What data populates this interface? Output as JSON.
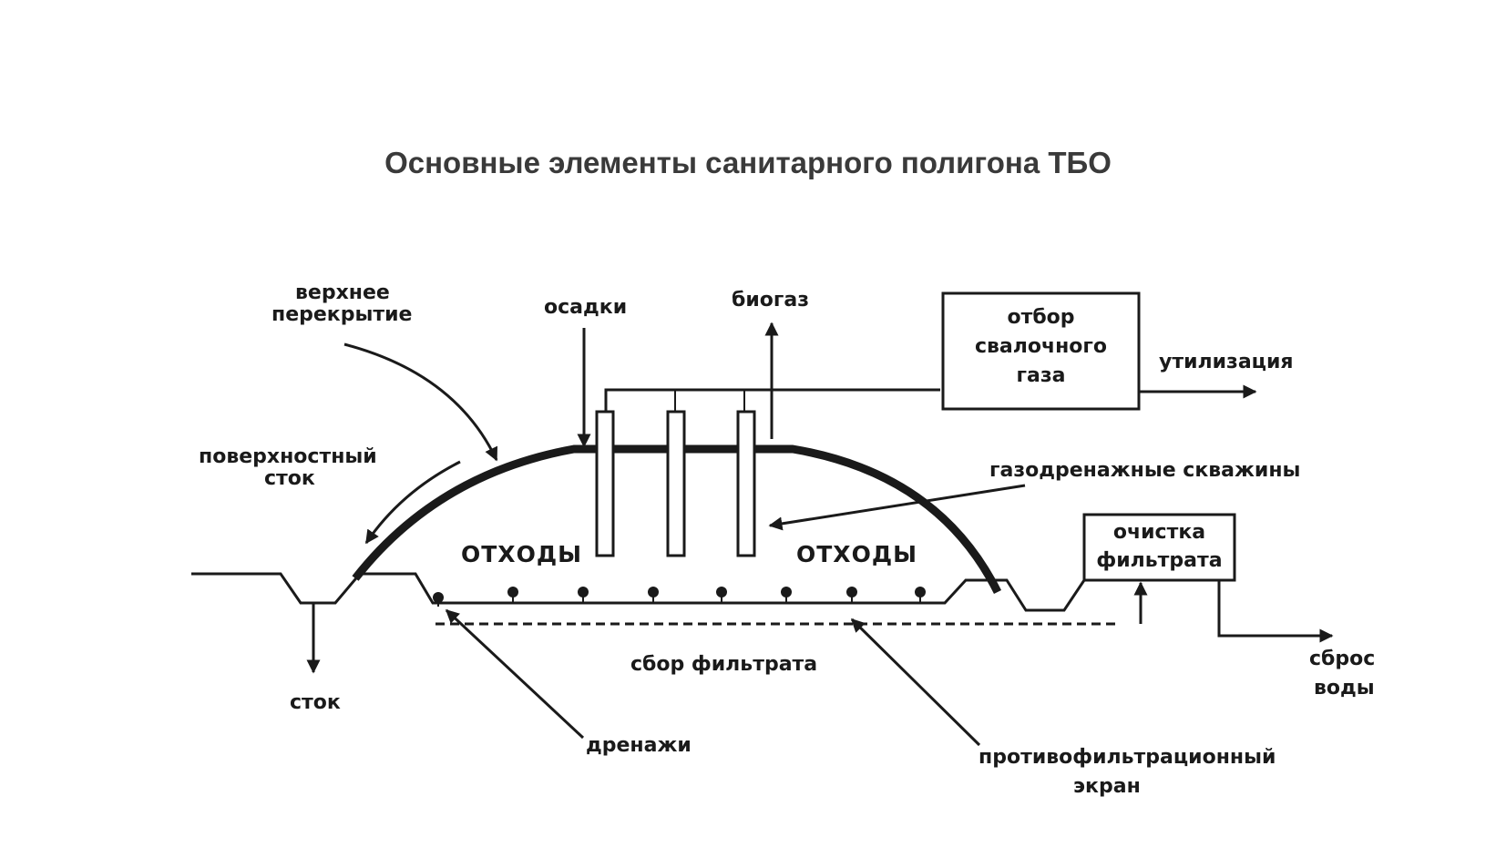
{
  "title": "Основные элементы санитарного полигона ТБО",
  "labels": {
    "top_cover_1": "верхнее",
    "top_cover_2": "перекрытие",
    "surface_runoff_1": "поверхностный",
    "surface_runoff_2": "сток",
    "precipitation": "осадки",
    "biogas": "биогаз",
    "gas_box_1": "отбор",
    "gas_box_2": "свалочного",
    "gas_box_3": "газа",
    "utilization": "утилизация",
    "gas_wells": "газодренажные скважины",
    "waste_left": "ОТХОДЫ",
    "waste_right": "ОТХОДЫ",
    "filtrate_box_1": "очистка",
    "filtrate_box_2": "фильтрата",
    "runoff": "сток",
    "filtrate_collection": "сбор фильтрата",
    "discharge_1": "сброс",
    "discharge_2": "воды",
    "drains": "дренажи",
    "barrier_1": "противофильтрационный",
    "barrier_2": "экран"
  },
  "colors": {
    "ink": "#1a1a1a",
    "title": "#3a3a3a",
    "paper": "#ffffff"
  }
}
